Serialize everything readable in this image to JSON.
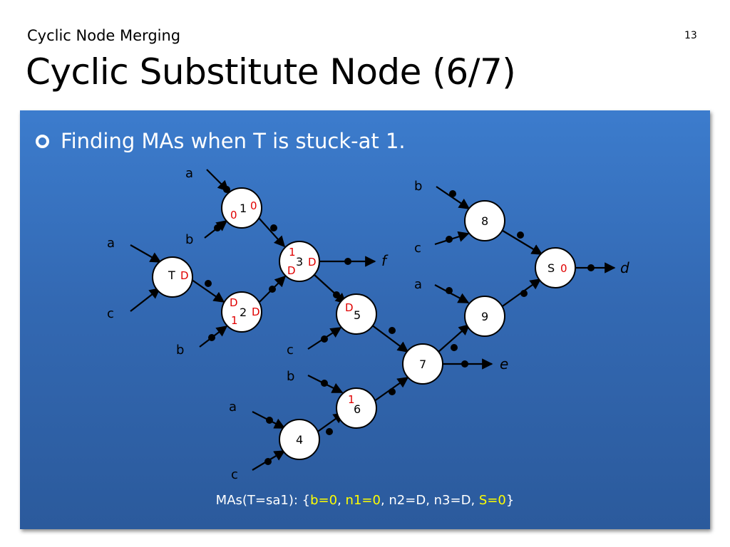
{
  "header": {
    "subtitle": "Cyclic Node Merging",
    "title": "Cyclic Substitute Node (6/7)",
    "page_number": "13"
  },
  "bullet": {
    "text": "Finding MAs when T is stuck-at 1."
  },
  "diagram": {
    "input_labels": [
      {
        "id": "in-a1",
        "text": "a"
      },
      {
        "id": "in-b1",
        "text": "b"
      },
      {
        "id": "in-a2",
        "text": "a"
      },
      {
        "id": "in-c1",
        "text": "c"
      },
      {
        "id": "in-b2",
        "text": "b"
      },
      {
        "id": "in-c2",
        "text": "c"
      },
      {
        "id": "in-b3",
        "text": "b"
      },
      {
        "id": "in-a3",
        "text": "a"
      },
      {
        "id": "in-c3",
        "text": "c"
      },
      {
        "id": "in-b4",
        "text": "b"
      },
      {
        "id": "in-c4",
        "text": "c"
      },
      {
        "id": "in-a4",
        "text": "a"
      }
    ],
    "output_labels": [
      {
        "id": "out-f",
        "text": "f"
      },
      {
        "id": "out-e",
        "text": "e"
      },
      {
        "id": "out-d",
        "text": "d"
      }
    ],
    "nodes": [
      {
        "id": "T",
        "text": "T"
      },
      {
        "id": "n1",
        "text": "1"
      },
      {
        "id": "n2",
        "text": "2"
      },
      {
        "id": "n3",
        "text": "3"
      },
      {
        "id": "n4",
        "text": "4"
      },
      {
        "id": "n5",
        "text": "5"
      },
      {
        "id": "n6",
        "text": "6"
      },
      {
        "id": "n7",
        "text": "7"
      },
      {
        "id": "n8",
        "text": "8"
      },
      {
        "id": "n9",
        "text": "9"
      },
      {
        "id": "S",
        "text": "S"
      }
    ],
    "annotations": [
      {
        "id": "T-out",
        "text": "D"
      },
      {
        "id": "n1-in",
        "text": "0"
      },
      {
        "id": "n1-out",
        "text": "0"
      },
      {
        "id": "n2-in-top",
        "text": "D"
      },
      {
        "id": "n2-in-bot",
        "text": "1"
      },
      {
        "id": "n2-out",
        "text": "D"
      },
      {
        "id": "n3-in-top",
        "text": "1"
      },
      {
        "id": "n3-in-bot",
        "text": "D"
      },
      {
        "id": "n3-out",
        "text": "D"
      },
      {
        "id": "n5-in",
        "text": "D"
      },
      {
        "id": "n6-in",
        "text": "1"
      },
      {
        "id": "S-out",
        "text": "0"
      }
    ],
    "colors": {
      "annotation": "#e00000",
      "highlight": "#ffff00",
      "panel": "#3369b3"
    }
  },
  "mas": {
    "prefix": "MAs(T=sa1): {",
    "b": "b=0",
    "sep1": ", ",
    "n1": "n1=0",
    "mid": ", n2=D, n3=D, ",
    "s": "S=0",
    "suffix": "}"
  }
}
